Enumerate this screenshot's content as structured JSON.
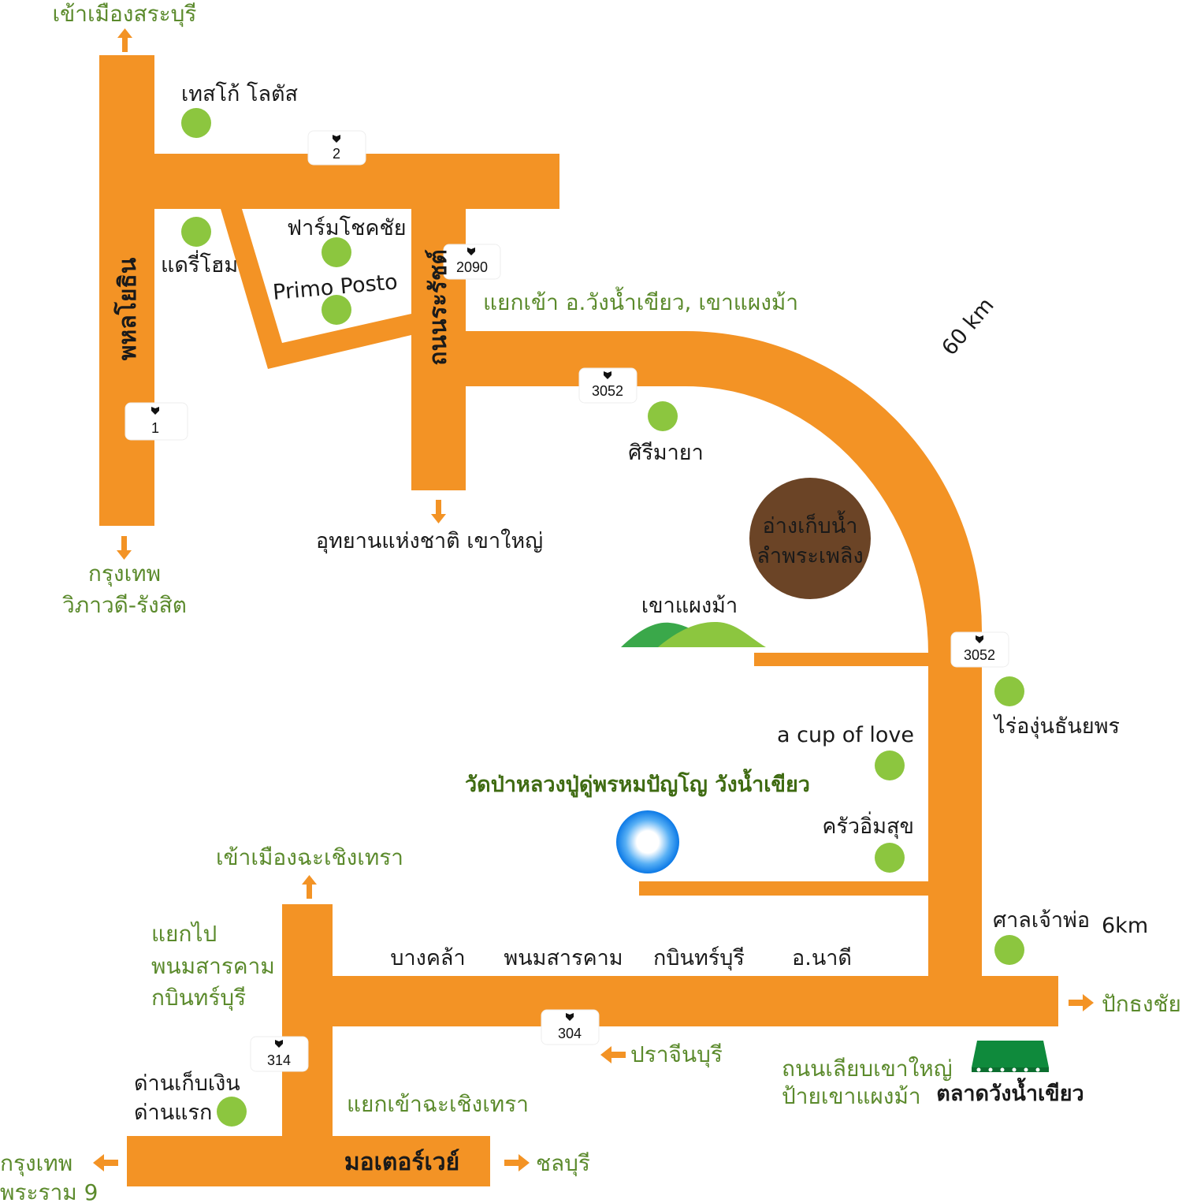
{
  "colors": {
    "road": "#f39325",
    "poi_dot": "#8cc63f",
    "label_green": "#5b8a2c",
    "reservoir": "#6b4426",
    "temple_marker": "#1a7fe6",
    "market": "#0f8a3c"
  },
  "directions": {
    "saraburi": "เข้าเมืองสระบุรี",
    "bangkok_vibhavadi_1": "กรุงเทพ",
    "bangkok_vibhavadi_2": "วิภาวดี-รังสิต",
    "khaoyai_park": "อุทยานแห่งชาติ  เขาใหญ่",
    "branch_wangnamkhiao": "แยกเข้า  อ.วังน้ำเขียว,  เขาแผงม้า",
    "chachoengsao_city": "เข้าเมืองฉะเชิงเทรา",
    "branch_to_1": "แยกไป",
    "branch_to_2": "พนมสารคาม",
    "branch_to_3": "กบินทร์บุรี",
    "prachinburi": "ปราจีนบุรี",
    "khaoyai_bypass_1": "ถนนเลียบเขาใหญ่",
    "khaoyai_bypass_2": "ป้ายเขาแผงม้า",
    "pakthongchai": "ปักธงชัย",
    "branch_chachoengsao": "แยกเข้าฉะเชิงเทรา",
    "chonburi": "ชลบุรี",
    "bangkok_rama9_1": "กรุงเทพ",
    "bangkok_rama9_2": "พระราม  9"
  },
  "roads": {
    "phahonyothin": "พหลโยธิน",
    "mittraphap": "ถนนระรัชต์",
    "motorway": "มอเตอร์เวย์",
    "towns": [
      "บางคล้า",
      "พนมสารคาม",
      "กบินทร์บุรี",
      "อ.นาดี"
    ]
  },
  "route_signs": [
    "2",
    "2090",
    "1",
    "3052",
    "3052",
    "314",
    "304"
  ],
  "places": {
    "tesco": "เทสโก้  โลตัส",
    "dairy_home": "แดรี่โฮม",
    "farm_chokchai": "ฟาร์มโชคชัย",
    "primo_posto": "Primo  Posto",
    "sirimaya": "ศิรีมายา",
    "reservoir_1": "อ่างเก็บน้ำ",
    "reservoir_2": "ลำพระเพลิง",
    "khao_phaeng_ma": "เขาแผงม้า",
    "vineyard": "ไร่องุ่นธันยพร",
    "cup_of_love": "a  cup of love",
    "temple": "วัดป่าหลวงปู่ดู่พรหมปัญโญ วังน้ำเขียว",
    "khrua_im_suk": "ครัวอิ่มสุข",
    "shrine": "ศาลเจ้าพ่อ",
    "market": "ตลาดวังน้ำเขียว",
    "toll_1": "ด่านเก็บเงิน",
    "toll_2": "ด่านแรก"
  },
  "distances": {
    "main": "60 km",
    "shrine": "6km"
  }
}
